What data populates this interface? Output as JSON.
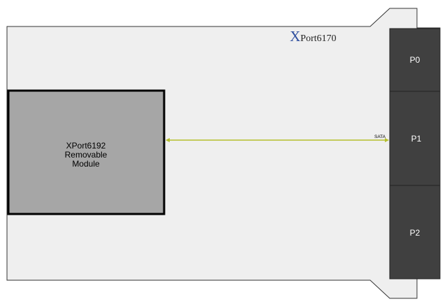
{
  "board": {
    "title_initial": "X",
    "title_rest": "Port6170"
  },
  "module": {
    "line1": "XPort6192",
    "line2": "Removable",
    "line3": "Module"
  },
  "connectors": [
    {
      "label": "P0"
    },
    {
      "label": "P1"
    },
    {
      "label": "P2"
    }
  ],
  "link": {
    "label": "SATA"
  },
  "colors": {
    "board_fill": "#efefef",
    "module_fill": "#a6a6a6",
    "connector_fill": "#404040",
    "link_color": "#b5bf2c",
    "title_initial_color": "#2f4f9f"
  }
}
